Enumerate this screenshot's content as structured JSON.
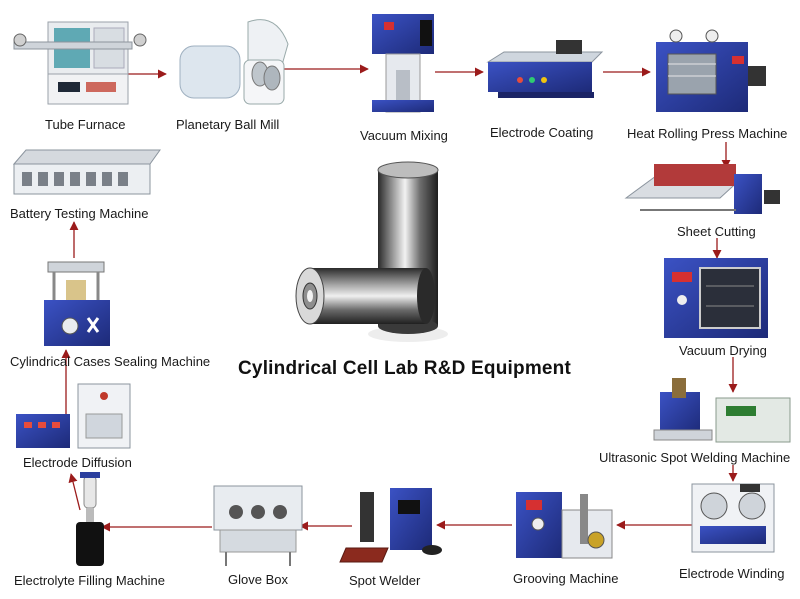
{
  "title": "Cylindrical Cell Lab R&D Equipment",
  "steps": {
    "tube_furnace": "Tube Furnace",
    "planetary_ball_mill": "Planetary Ball Mill",
    "vacuum_mixing": "Vacuum Mixing",
    "electrode_coating": "Electrode Coating",
    "heat_rolling_press": "Heat Rolling Press Machine",
    "sheet_cutting": "Sheet Cutting",
    "vacuum_drying": "Vacuum Drying",
    "ultrasonic_spot_welding": "Ultrasonic Spot Welding Machine",
    "electrode_winding": "Electrode Winding",
    "grooving_machine": "Grooving Machine",
    "spot_welder": "Spot Welder",
    "glove_box": "Glove Box",
    "electrolyte_filling": "Electrolyte Filling Machine",
    "electrode_diffusion": "Electrode Diffusion",
    "cases_sealing": "Cylindrical Cases Sealing Machine",
    "battery_testing": "Battery Testing Machine"
  },
  "colors": {
    "arrow": "#9b1b1b",
    "machine_blue": "#2b3f9e",
    "steel": "#c9ced6"
  }
}
